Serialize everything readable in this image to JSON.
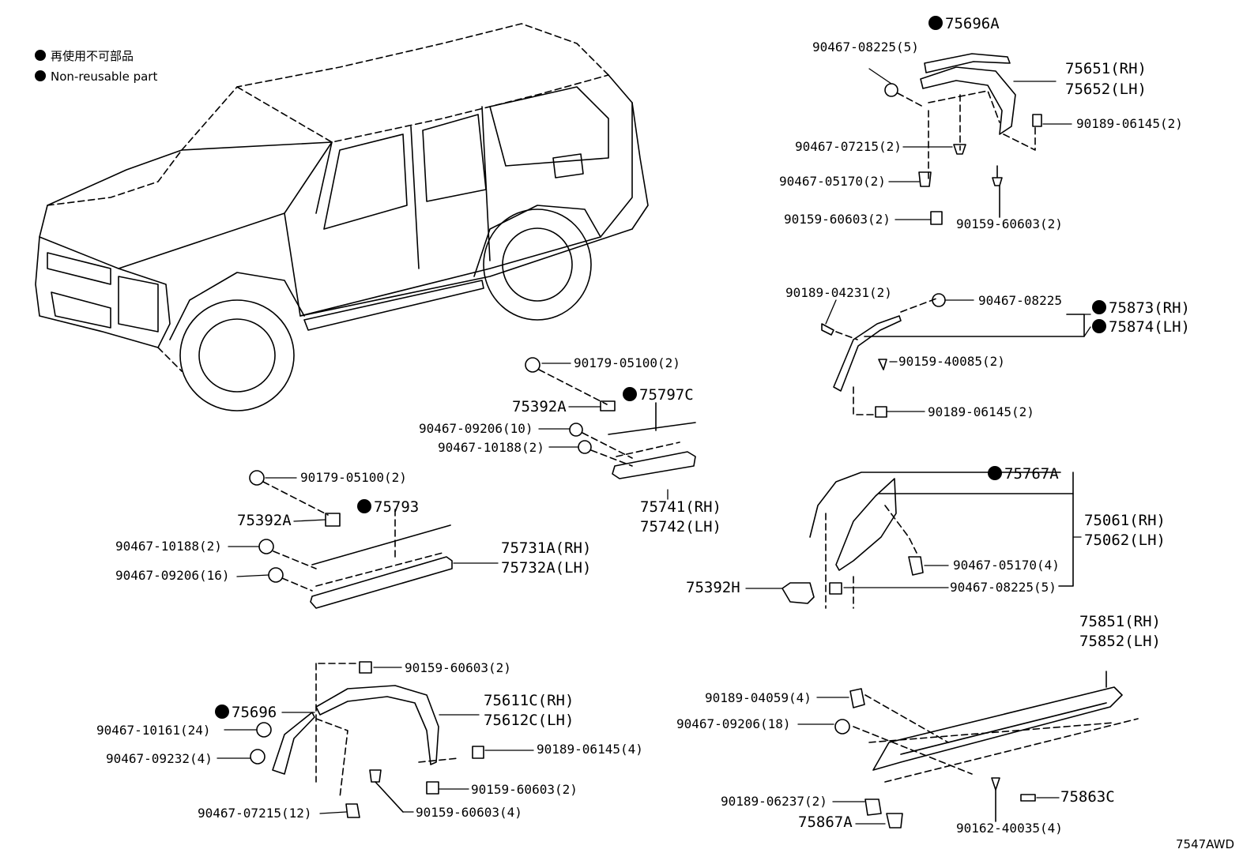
{
  "legend": {
    "jp": "再使用不可部品",
    "en": "Non-reusable part"
  },
  "diagram_code": "7547AWD",
  "labels": {
    "p75696A": "75696A",
    "p9046708225_5a": "90467-08225(5)",
    "p75651": "75651(RH)",
    "p75652": "75652(LH)",
    "p9018906145_2a": "90189-06145(2)",
    "p9046707215_2": "90467-07215(2)",
    "p9046705170_2": "90467-05170(2)",
    "p9015960603_2a": "90159-60603(2)",
    "p9015960603_2b": "90159-60603(2)",
    "p9018904231": "90189-04231(2)",
    "p9046708225": "90467-08225",
    "p75873": "75873(RH)",
    "p75874": "75874(LH)",
    "p9015940085": "90159-40085(2)",
    "p9018906145_2b": "90189-06145(2)",
    "p9017905100_a": "90179-05100(2)",
    "p75797C": "75797C",
    "p75392A_a": "75392A",
    "p9046709206_10": "90467-09206(10)",
    "p9046710188_a": "90467-10188(2)",
    "p75741": "75741(RH)",
    "p75742": "75742(LH)",
    "p9017905100_b": "90179-05100(2)",
    "p75793": "75793",
    "p75392A_b": "75392A",
    "p9046710188_b": "90467-10188(2)",
    "p9046709206_16": "90467-09206(16)",
    "p75731A": "75731A(RH)",
    "p75732A": "75732A(LH)",
    "p75767A": "75767A",
    "p75061": "75061(RH)",
    "p75062": "75062(LH)",
    "p9046705170_4": "90467-05170(4)",
    "p75392H": "75392H",
    "p9046708225_5b": "90467-08225(5)",
    "p75851": "75851(RH)",
    "p75852": "75852(LH)",
    "p9018904059": "90189-04059(4)",
    "p9046709206_18": "90467-09206(18)",
    "p9018906237": "90189-06237(2)",
    "p75867A": "75867A",
    "p75863C": "75863C",
    "p9016240035": "90162-40035(4)",
    "p9015960603_2c": "90159-60603(2)",
    "p75696": "75696",
    "p75611C": "75611C(RH)",
    "p75612C": "75612C(LH)",
    "p9046710161": "90467-10161(24)",
    "p9046709232": "90467-09232(4)",
    "p9018906145_4": "90189-06145(4)",
    "p9015960603_2d": "90159-60603(2)",
    "p9015960603_4": "90159-60603(4)",
    "p9046707215_12": "90467-07215(12)"
  }
}
